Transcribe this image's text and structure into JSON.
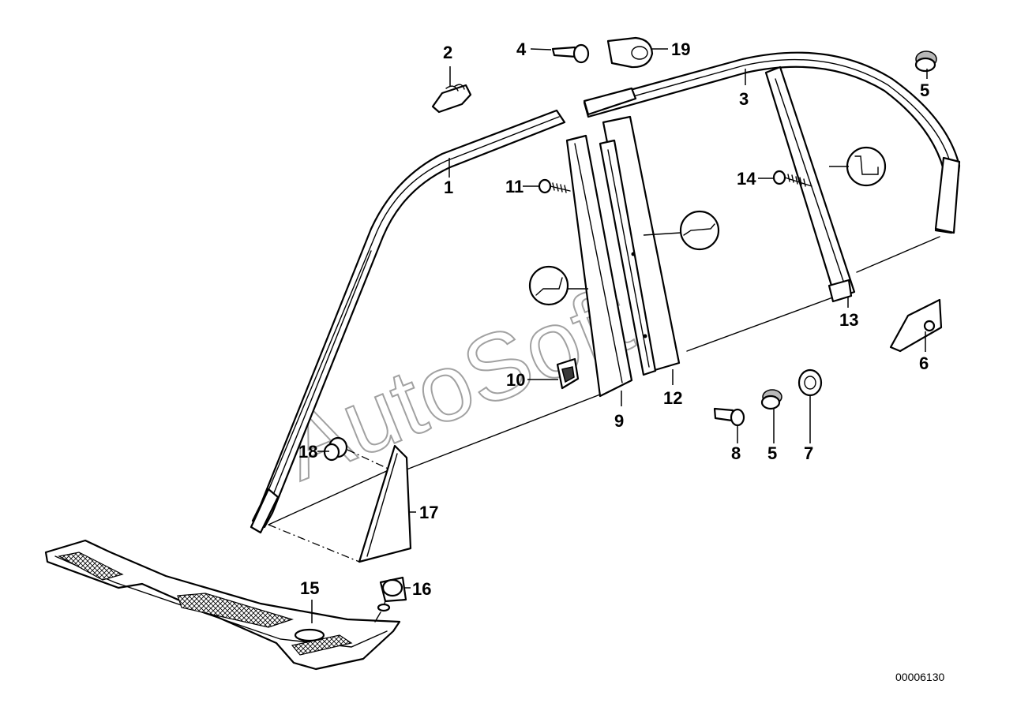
{
  "watermark": "AutoSoft",
  "document_number": "00006130",
  "callouts": {
    "c1": "1",
    "c2": "2",
    "c3": "3",
    "c4": "4",
    "c5a": "5",
    "c5b": "5",
    "c6": "6",
    "c7": "7",
    "c8": "8",
    "c9": "9",
    "c10": "10",
    "c11": "11",
    "c12": "12",
    "c13": "13",
    "c14": "14",
    "c15": "15",
    "c16": "16",
    "c17": "17",
    "c18": "18",
    "c19": "19"
  },
  "colors": {
    "line": "#000000",
    "background": "#ffffff",
    "watermark": "#8a8a8a"
  }
}
